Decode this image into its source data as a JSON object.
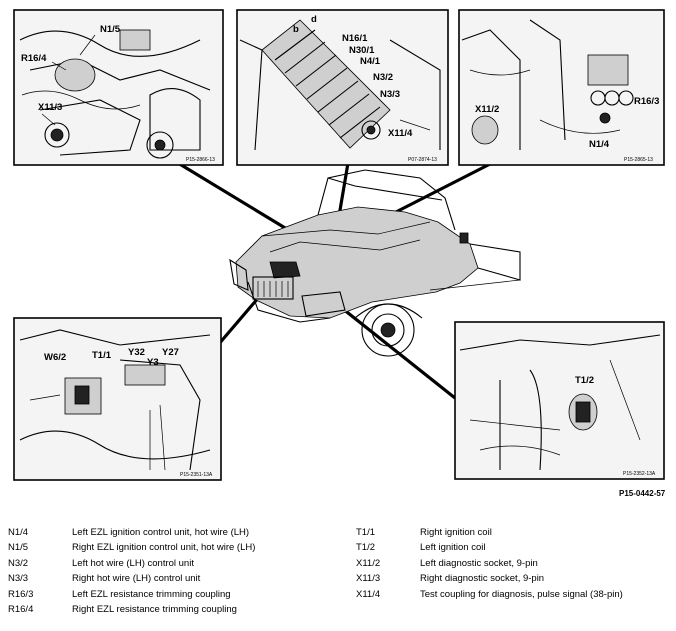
{
  "figure_ref": "P15-0442-57",
  "panels": {
    "top_left": {
      "labels": [
        "N1/5",
        "R16/4",
        "X11/3"
      ],
      "ref": "P15-2866-13"
    },
    "top_center": {
      "labels": [
        "b",
        "d",
        "N16/1",
        "N30/1",
        "N4/1",
        "N3/2",
        "N3/3",
        "X11/4"
      ],
      "ref": "P07-2874-13"
    },
    "top_right": {
      "labels": [
        "X11/2",
        "R16/3",
        "N1/4"
      ],
      "ref": "P15-2865-13"
    },
    "bottom_left": {
      "labels": [
        "W6/2",
        "T1/1",
        "Y32",
        "Y27",
        "Y3"
      ],
      "ref": "P15-2351-13A"
    },
    "bottom_right": {
      "labels": [
        "T1/2"
      ],
      "ref": "P15-2352-13A"
    }
  },
  "legend": {
    "left": [
      {
        "code": "N1/4",
        "desc": "Left EZL ignition control unit, hot wire (LH)"
      },
      {
        "code": "N1/5",
        "desc": "Right EZL ignition control unit, hot wire (LH)"
      },
      {
        "code": "N3/2",
        "desc": "Left hot wire (LH) control unit"
      },
      {
        "code": "N3/3",
        "desc": "Right hot wire (LH) control unit"
      },
      {
        "code": "R16/3",
        "desc": "Left EZL resistance trimming coupling"
      },
      {
        "code": "R16/4",
        "desc": "Right EZL resistance trimming coupling"
      }
    ],
    "right": [
      {
        "code": "T1/1",
        "desc": "Right ignition coil"
      },
      {
        "code": "T1/2",
        "desc": "Left ignition coil"
      },
      {
        "code": "X11/2",
        "desc": "Left diagnostic socket, 9-pin"
      },
      {
        "code": "X11/3",
        "desc": "Right diagnostic socket, 9-pin"
      },
      {
        "code": "X11/4",
        "desc": "Test coupling for diagnosis, pulse signal (38-pin)"
      }
    ]
  }
}
